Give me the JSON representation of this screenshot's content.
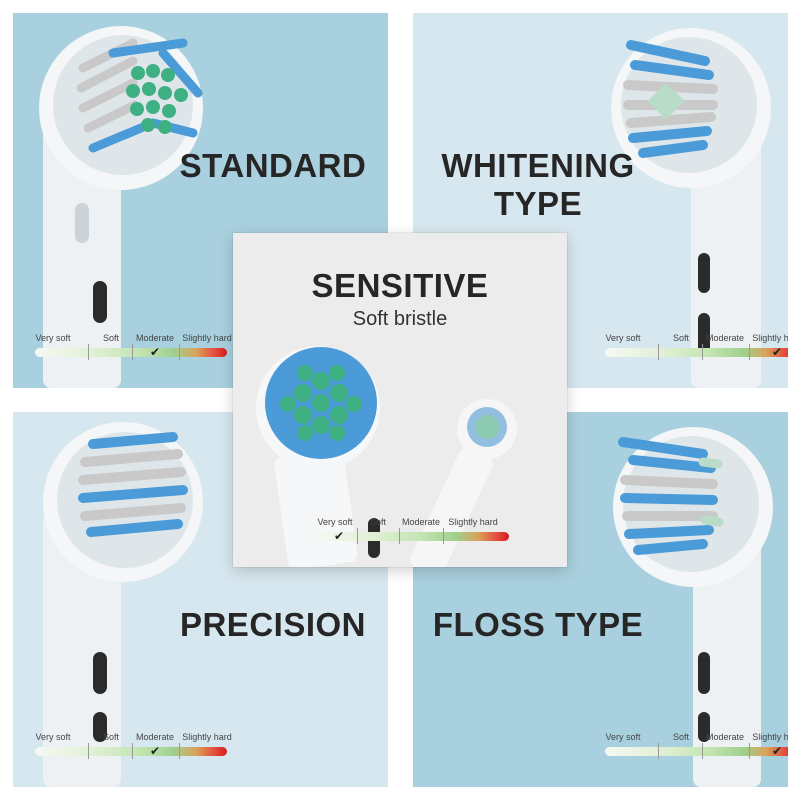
{
  "panels": {
    "standard": {
      "title": "STANDARD",
      "selected_level": "Moderate"
    },
    "whitening": {
      "title_line1": "WHITENING",
      "title_line2": "TYPE",
      "selected_level": "Slightly hard"
    },
    "sensitive": {
      "title": "SENSITIVE",
      "subtitle": "Soft bristle",
      "selected_level": "Very soft"
    },
    "precision": {
      "title": "PRECISION",
      "selected_level": "Moderate"
    },
    "floss": {
      "title": "FLOSS TYPE",
      "selected_level": "Slightly hard"
    }
  },
  "scale": {
    "levels": [
      "Very soft",
      "Soft",
      "Moderate",
      "Slightly hard"
    ],
    "check_icon": "check-icon"
  },
  "colors": {
    "panel_blue": "#a9d0de",
    "panel_light": "#d7e7ef",
    "sensitive_bg": "#ececec",
    "bristle_blue": "#4a9bd8",
    "bristle_green": "#3fb083",
    "bristle_gray": "#c9c9c9",
    "title_text": "#262626"
  }
}
